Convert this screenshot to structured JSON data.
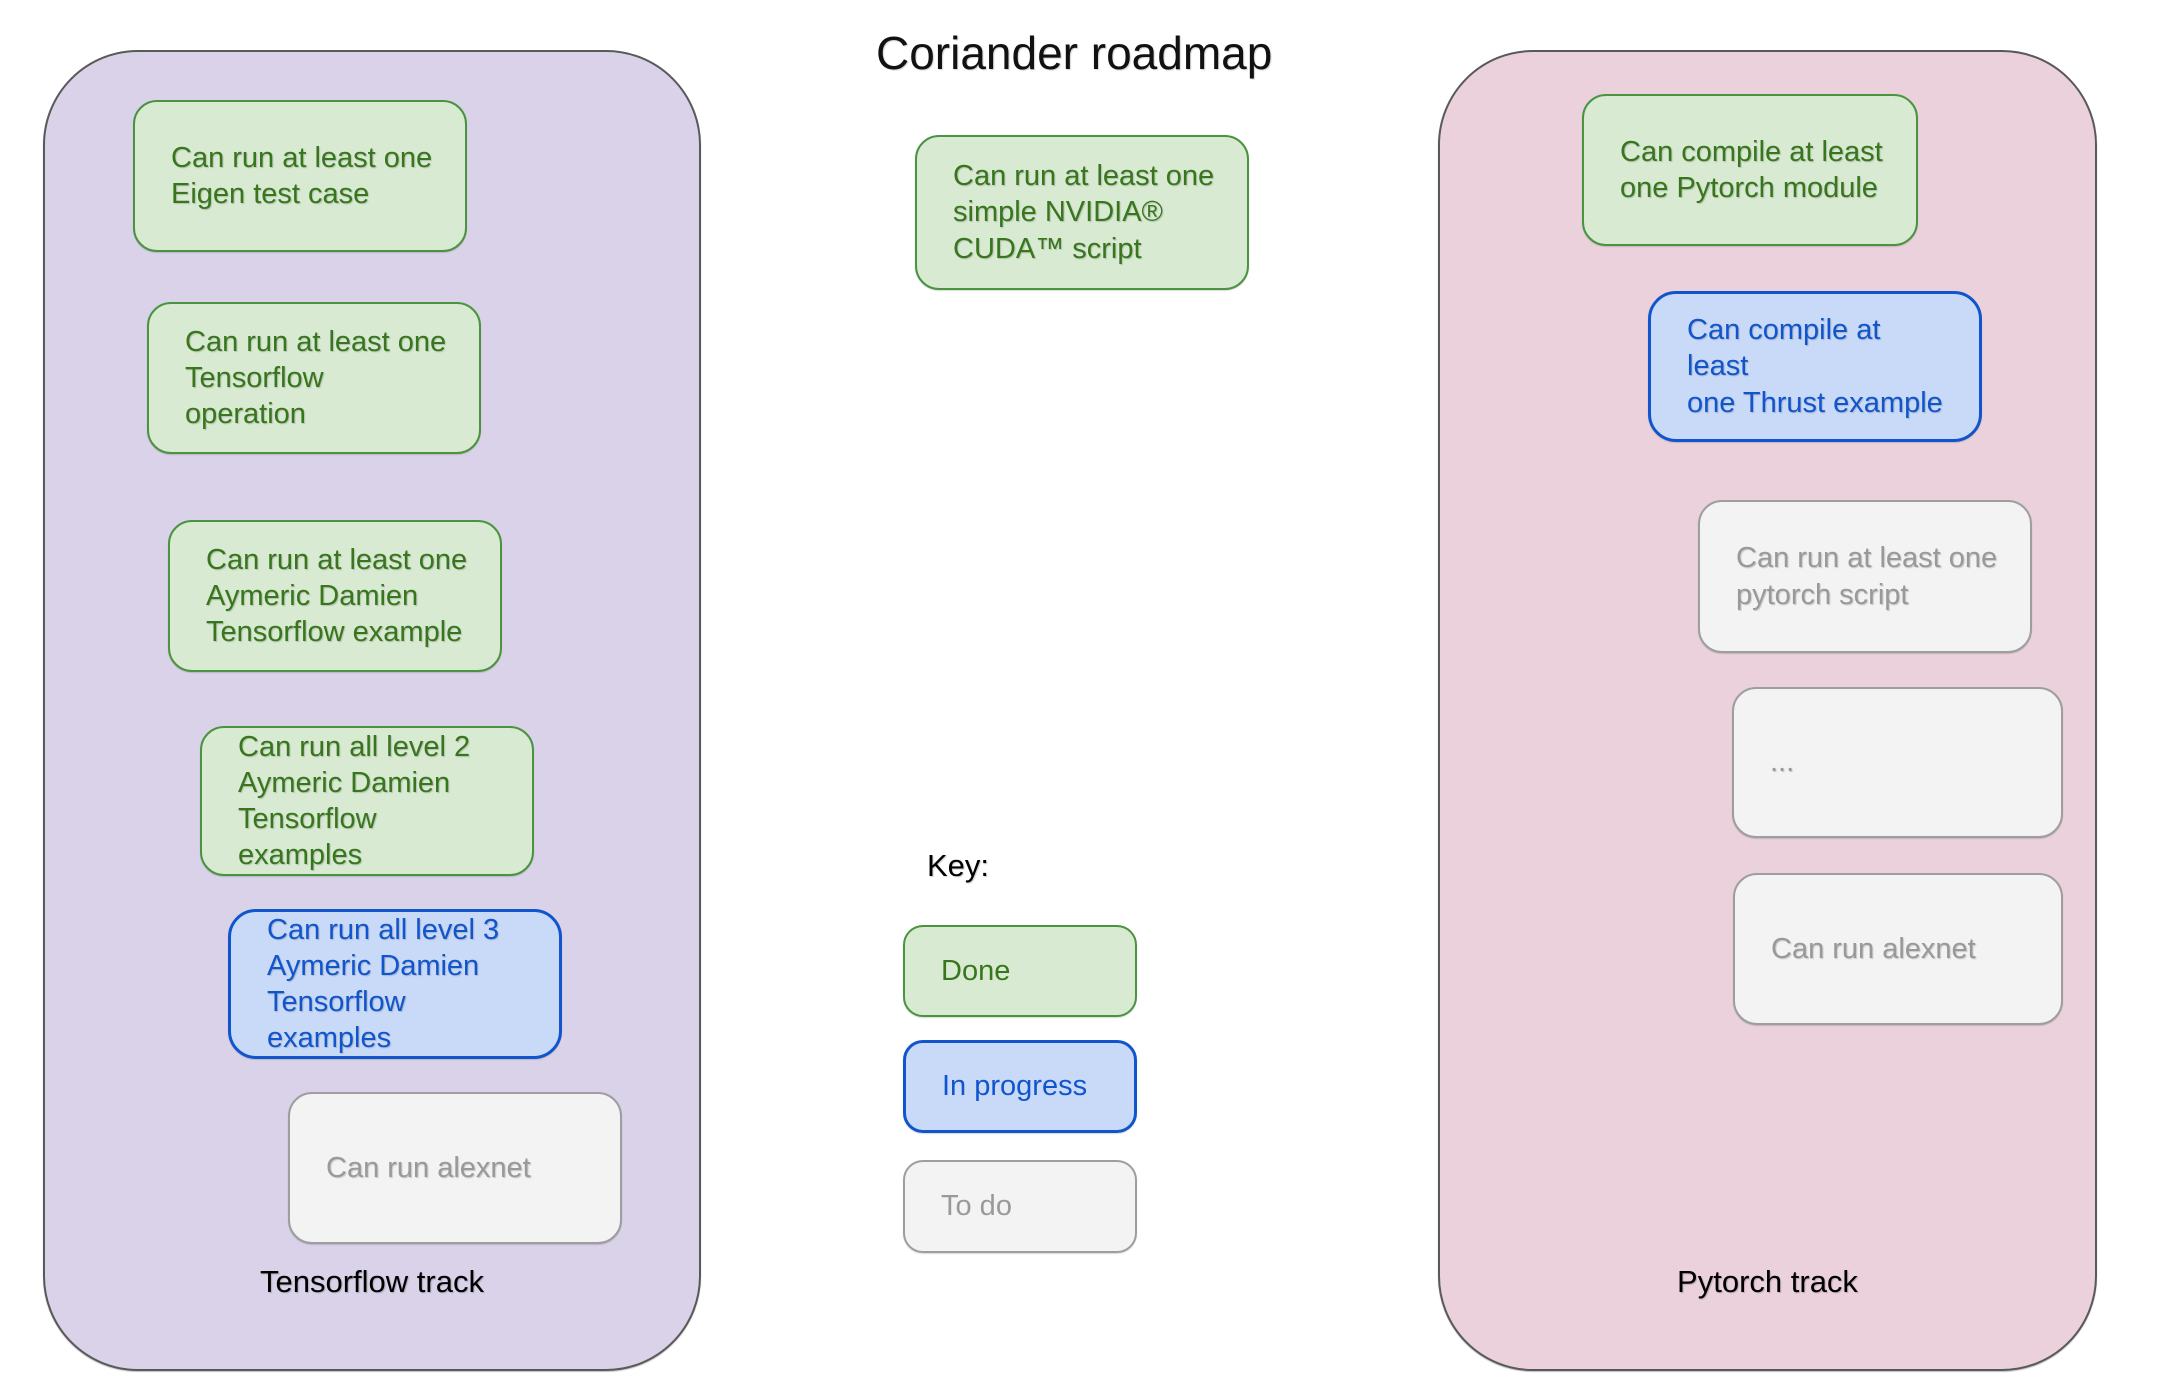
{
  "title": "Coriander roadmap",
  "colors": {
    "done_fill": "#d9ead3",
    "done_border": "#4a9440",
    "done_text": "#38761d",
    "in_progress_fill": "#c9daf8",
    "in_progress_border": "#1155cc",
    "in_progress_text": "#1155cc",
    "todo_fill": "#f3f3f3",
    "todo_border": "#9e9e9e",
    "todo_text": "#999999",
    "tensorflow_track_fill": "#d9d2e9",
    "pytorch_track_fill": "#ead1dc",
    "track_border": "#595959"
  },
  "standalone": {
    "cuda": {
      "text": "Can run at least one\nsimple NVIDIA®\nCUDA™ script",
      "status": "done"
    }
  },
  "key": {
    "label": "Key:",
    "entries": [
      {
        "label": "Done",
        "status": "done"
      },
      {
        "label": "In progress",
        "status": "in_progress"
      },
      {
        "label": "To do",
        "status": "todo"
      }
    ]
  },
  "tracks": {
    "tensorflow": {
      "label": "Tensorflow track",
      "items": [
        {
          "text": "Can run at least one\nEigen test case",
          "status": "done"
        },
        {
          "text": "Can run at least one\nTensorflow operation",
          "status": "done"
        },
        {
          "text": "Can run at least one\nAymeric Damien\nTensorflow example",
          "status": "done"
        },
        {
          "text": "Can run all level 2\nAymeric Damien\nTensorflow examples",
          "status": "done"
        },
        {
          "text": "Can run all level 3\nAymeric Damien\nTensorflow examples",
          "status": "in_progress"
        },
        {
          "text": "Can run alexnet",
          "status": "todo"
        }
      ]
    },
    "pytorch": {
      "label": "Pytorch track",
      "items": [
        {
          "text": "Can compile at least\none Pytorch module",
          "status": "done"
        },
        {
          "text": "Can compile at least\none Thrust example",
          "status": "in_progress"
        },
        {
          "text": "Can run at least one\npytorch script",
          "status": "todo"
        },
        {
          "text": "...",
          "status": "todo"
        },
        {
          "text": "Can run alexnet",
          "status": "todo"
        }
      ]
    }
  }
}
